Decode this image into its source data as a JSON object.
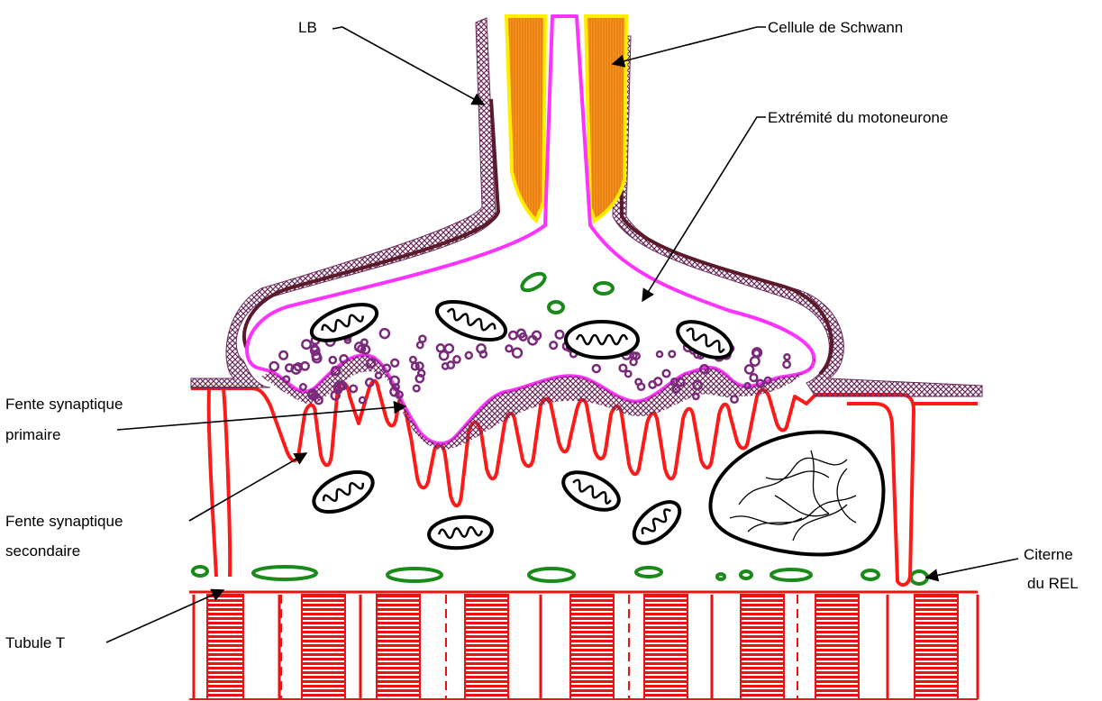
{
  "labels": {
    "lb": "LB",
    "schwann": "Cellule de Schwann",
    "motoneurone": "Extrémité du motoneurone",
    "fente_primaire_l1": "Fente synaptique",
    "fente_primaire_l2": "primaire",
    "fente_secondaire_l1": "Fente synaptique",
    "fente_secondaire_l2": "secondaire",
    "tubule": "Tubule T",
    "citerne_l1": "Citerne",
    "citerne_l2": "du REL"
  },
  "colors": {
    "basal_lamina": "#5a1a2a",
    "basal_lamina_hatch": "#7a3a6a",
    "schwann_fill": "#f7941d",
    "schwann_edge": "#ffee00",
    "axon_membrane": "#ff33ff",
    "muscle_membrane": "#ff1a1a",
    "vesicle": "#7a2a7a",
    "mitochondria": "#000000",
    "reticulum": "#1a8a1a",
    "myofibril": "#ee1111"
  }
}
